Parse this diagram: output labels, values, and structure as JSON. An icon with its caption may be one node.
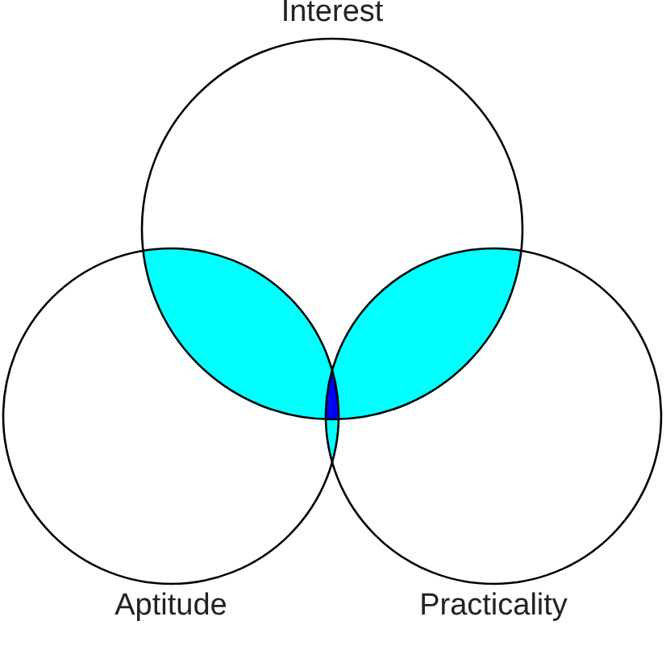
{
  "diagram": {
    "nodes": [
      {
        "text": [
          "Interest"
        ]
      },
      {
        "text": [
          "Aptitude"
        ]
      },
      {
        "text": [
          "Practicality"
        ]
      }
    ]
  }
}
